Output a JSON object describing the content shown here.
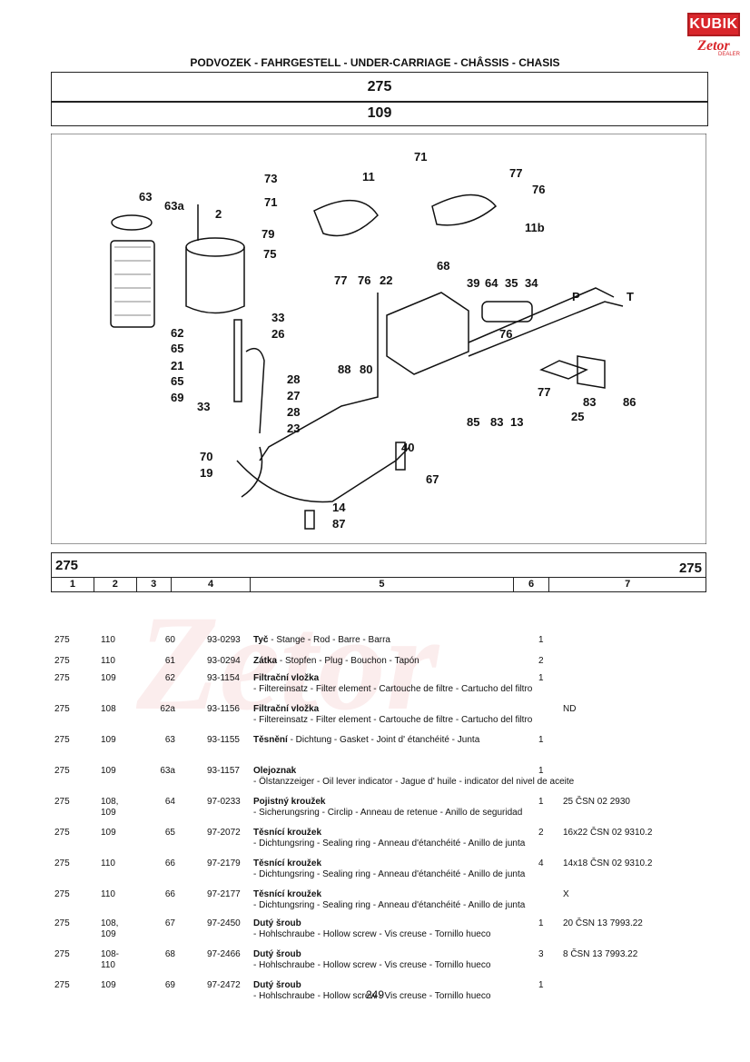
{
  "logo": {
    "top": "KUBIK",
    "bottom": "Zetor",
    "tiny": "DEALER"
  },
  "heading": "PODVOZEK - FAHRGESTELL - UNDER-CARRIAGE - CHÂSSIS - CHASIS",
  "group": "275",
  "subgroup": "109",
  "diagram": {
    "callouts": [
      "71",
      "77",
      "76",
      "11b",
      "73",
      "11",
      "71",
      "79",
      "75",
      "77",
      "76",
      "63",
      "63a",
      "2",
      "68",
      "22",
      "39",
      "64",
      "35",
      "34",
      "P",
      "T",
      "33",
      "26",
      "62",
      "65",
      "21",
      "65",
      "69",
      "76",
      "88",
      "80",
      "28",
      "27",
      "28",
      "23",
      "33",
      "77",
      "83",
      "86",
      "85",
      "83",
      "13",
      "25",
      "40",
      "70",
      "19",
      "67",
      "14",
      "87"
    ]
  },
  "table": {
    "title_left": "275",
    "title_right": "275",
    "columns": [
      "1",
      "2",
      "3",
      "4",
      "5",
      "6",
      "7"
    ],
    "rows": [
      {
        "c1": "275",
        "c2": "110",
        "c3": "60",
        "c4": "93-0293",
        "name": "Tyč",
        "desc": " - Stange - Rod - Barre - Barra",
        "qty": "1",
        "note": ""
      },
      {
        "c1": "275",
        "c2": "110",
        "c3": "61",
        "c4": "93-0294",
        "name": "Zátka",
        "desc": " - Stopfen - Plug - Bouchon - Tapón",
        "qty": "2",
        "note": ""
      },
      {
        "c1": "275",
        "c2": "109",
        "c3": "62",
        "c4": "93-1154",
        "name": "Filtrační vložka",
        "desc": " - Filtereinsatz - Filter element - Cartouche de filtre - Cartucho del filtro",
        "qty": "1",
        "note": ""
      },
      {
        "c1": "275",
        "c2": "108",
        "c3": "62a",
        "c4": "93-1156",
        "name": "Filtrační vložka",
        "desc": " - Filtereinsatz - Filter element - Cartouche de filtre - Cartucho del filtro",
        "qty": "",
        "note": "ND"
      },
      {
        "c1": "275",
        "c2": "109",
        "c3": "63",
        "c4": "93-1155",
        "name": "Těsnění",
        "desc": " - Dichtung - Gasket - Joint d' étanchéité - Junta",
        "qty": "1",
        "note": ""
      },
      {
        "c1": "275",
        "c2": "109",
        "c3": "63a",
        "c4": "93-1157",
        "name": "Olejoznak",
        "desc": " - Ölstanzzeiger - Oil lever indicator - Jague d' huile - indicator del nivel de aceite",
        "qty": "1",
        "note": ""
      },
      {
        "c1": "275",
        "c2": "108,\n109",
        "c3": "64",
        "c4": "97-0233",
        "name": "Pojistný kroužek",
        "desc": " - Sicherungsring - Circlip - Anneau de retenue - Anillo de seguridad",
        "qty": "1",
        "note": "25 ČSN 02 2930"
      },
      {
        "c1": "275",
        "c2": "109",
        "c3": "65",
        "c4": "97-2072",
        "name": "Těsnící kroužek",
        "desc": " - Dichtungsring - Sealing ring - Anneau d'étanchéité - Anillo de junta",
        "qty": "2",
        "note": "16x22 ČSN 02 9310.2"
      },
      {
        "c1": "275",
        "c2": "110",
        "c3": "66",
        "c4": "97-2179",
        "name": "Těsnící kroužek",
        "desc": " - Dichtungsring - Sealing ring - Anneau d'étanchéité - Anillo de junta",
        "qty": "4",
        "note": "14x18 ČSN 02 9310.2"
      },
      {
        "c1": "275",
        "c2": "110",
        "c3": "66",
        "c4": "97-2177",
        "name": "Těsnící kroužek",
        "desc": " - Dichtungsring - Sealing ring - Anneau d'étanchéité - Anillo de junta",
        "qty": "",
        "note": "X"
      },
      {
        "c1": "275",
        "c2": "108,\n109",
        "c3": "67",
        "c4": "97-2450",
        "name": "Dutý šroub",
        "desc": " - Hohlschraube - Hollow screw - Vis creuse - Tornillo hueco",
        "qty": "1",
        "note": "20 ČSN 13 7993.22"
      },
      {
        "c1": "275",
        "c2": "108-\n110",
        "c3": "68",
        "c4": "97-2466",
        "name": "Dutý šroub",
        "desc": " - Hohlschraube - Hollow screw - Vis creuse - Tornillo hueco",
        "qty": "3",
        "note": "8 ČSN 13 7993.22"
      },
      {
        "c1": "275",
        "c2": "109",
        "c3": "69",
        "c4": "97-2472",
        "name": "Dutý šroub",
        "desc": " - Hohlschraube - Hollow screw - Vis creuse - Tornillo hueco",
        "qty": "1",
        "note": ""
      }
    ]
  },
  "page_number": "249",
  "colors": {
    "brand_red": "#d9262b",
    "ink": "#111111"
  }
}
